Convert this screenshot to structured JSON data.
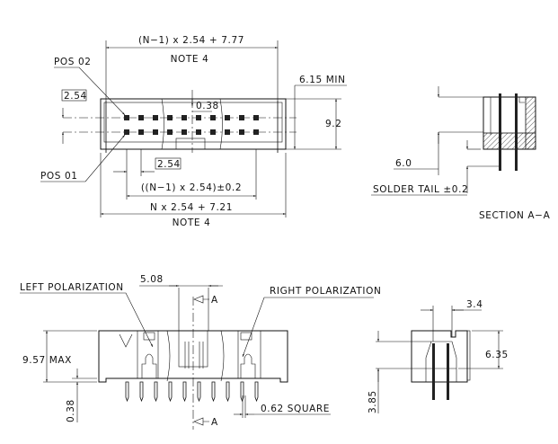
{
  "top_view": {
    "overall_length": "(N−1) x 2.54 + 7.77",
    "note_top": "NOTE 4",
    "rib": "0.38",
    "min_height": "6.15 MIN",
    "width": "9.2",
    "row_pitch": "2.54",
    "pos_02": "POS 02",
    "pos_01": "POS 01",
    "col_pitch": "2.54",
    "pin_span": "((N−1) x 2.54)±0.2",
    "body_length": "N x 2.54 + 7.21",
    "note_bottom": "NOTE 4",
    "pin_columns": 10,
    "pin_rows": 2
  },
  "section_view": {
    "tail_dim": "6.0",
    "solder_tail": "SOLDER TAIL ±0.2",
    "title": "SECTION A−A"
  },
  "front_view": {
    "polarization_pitch": "5.08",
    "left_polarization": "LEFT POLARIZATION",
    "right_polarization": "RIGHT POLARIZATION",
    "height": "9.57 MAX",
    "standoff": "0.38",
    "pin_size": "0.62 SQUARE",
    "section_marker_top": "A",
    "section_marker_bottom": "A"
  },
  "side_view": {
    "pin_offset": "3.4",
    "cavity_depth": "6.35",
    "tail_length": "3.85"
  }
}
